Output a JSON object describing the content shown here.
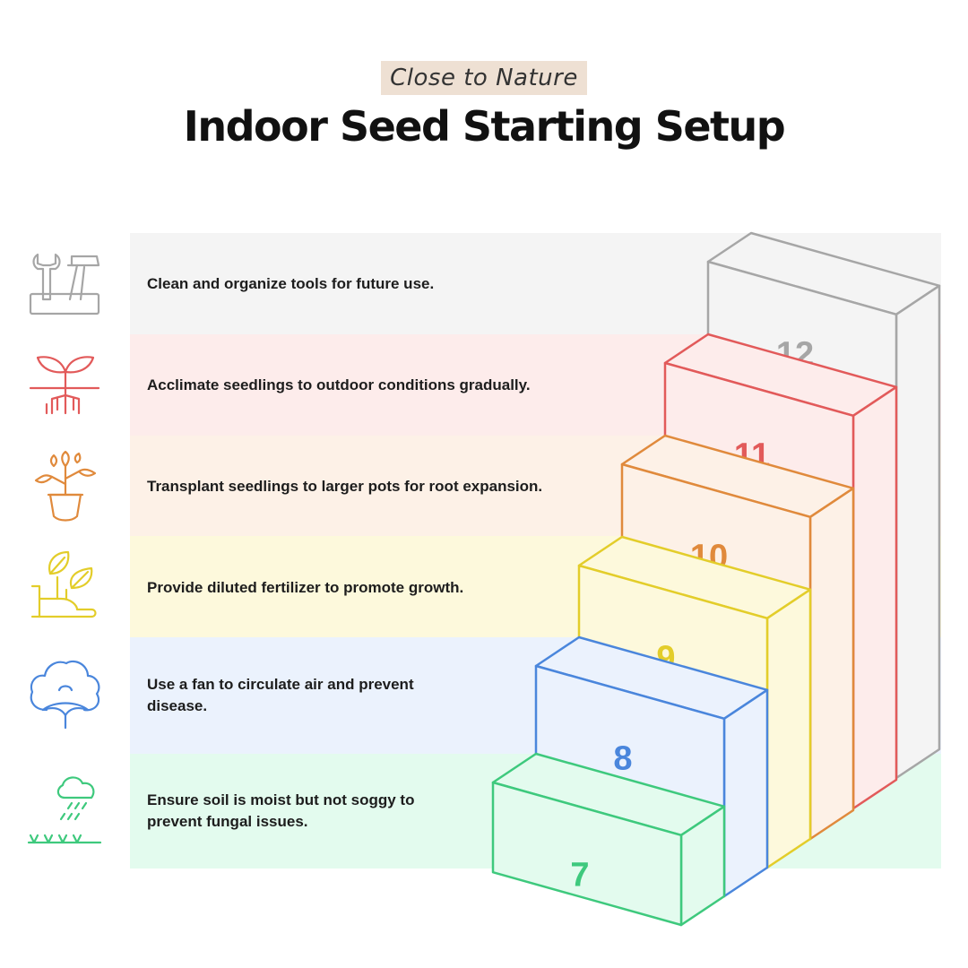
{
  "header": {
    "subtitle": "Close to Nature",
    "title": "Indoor Seed Starting Setup"
  },
  "steps": [
    {
      "number": "12",
      "text": "Clean and organize tools for future use.",
      "icon": "toolbox-icon",
      "color": "#a6a6a6",
      "band_color": "#f4f4f4"
    },
    {
      "number": "11",
      "text": "Acclimate seedlings to outdoor conditions gradually.",
      "icon": "sprout-roots-icon",
      "color": "#e25a5a",
      "band_color": "#fdeceb"
    },
    {
      "number": "10",
      "text": "Transplant seedlings to larger pots for root expansion.",
      "icon": "potted-plant-icon",
      "color": "#e08a3c",
      "band_color": "#fdf1e7"
    },
    {
      "number": "9",
      "text": "Provide diluted fertilizer to promote growth.",
      "icon": "hand-leaves-icon",
      "color": "#e3cd2a",
      "band_color": "#fdf9dc"
    },
    {
      "number": "8",
      "text": "Use a fan to circulate air and prevent disease.",
      "icon": "tree-air-icon",
      "color": "#4a86dc",
      "band_color": "#ebf2fd"
    },
    {
      "number": "7",
      "text": "Ensure soil is moist but not soggy to prevent fungal issues.",
      "icon": "rain-grass-icon",
      "color": "#3ec97d",
      "band_color": "#e3fbee"
    }
  ]
}
